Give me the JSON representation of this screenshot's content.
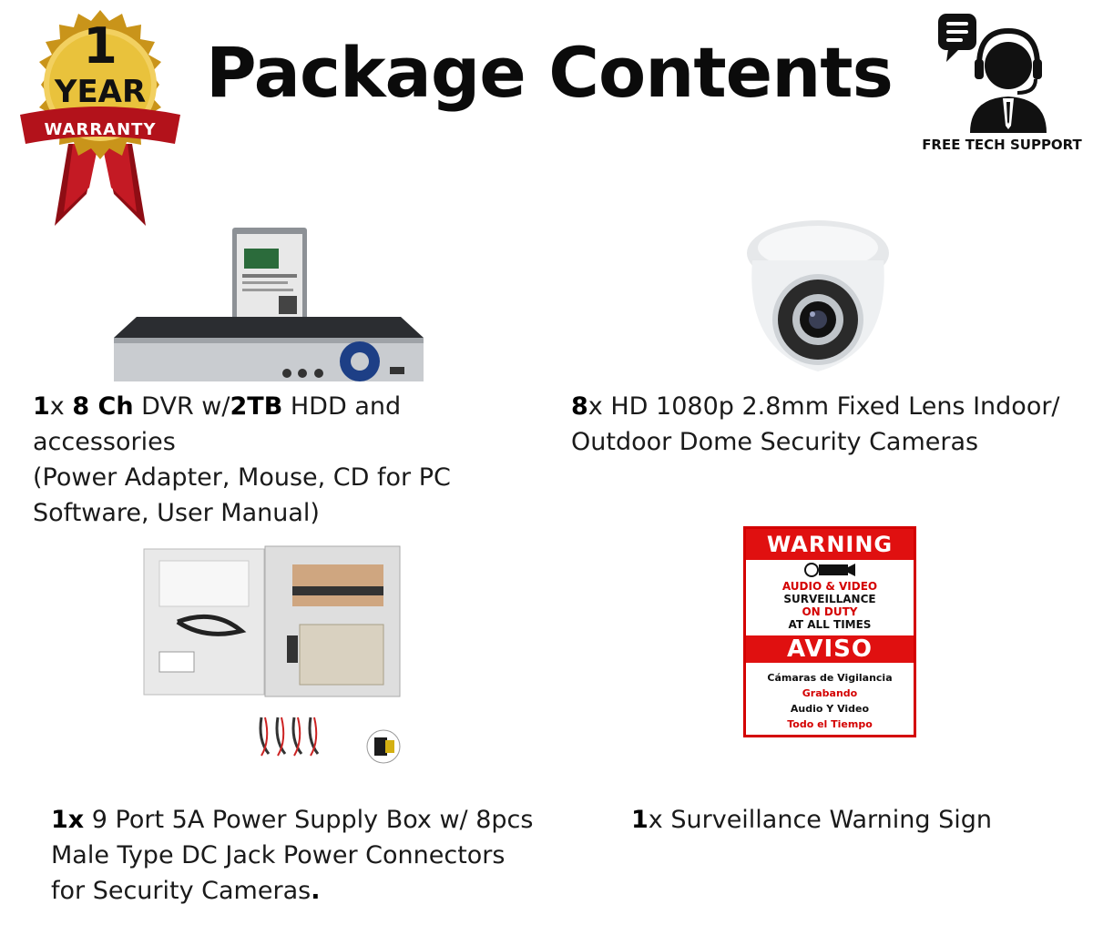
{
  "header": {
    "title": "Package Contents",
    "warranty": {
      "number": "1",
      "unit": "YEAR",
      "ribbon": "WARRANTY"
    },
    "support_label": "FREE TECH SUPPORT"
  },
  "items": [
    {
      "qty": "1",
      "qty_suffix": "x ",
      "bold1": "8 Ch",
      "text1": " DVR w/",
      "bold2": "2TB",
      "text2": " HDD and accessories",
      "line2": "(Power Adapter, Mouse, CD for PC",
      "line3": "Software, User Manual)"
    },
    {
      "qty": "8",
      "qty_suffix": "x HD 1080p 2.8mm Fixed Lens Indoor/",
      "line2": "Outdoor Dome Security Cameras"
    },
    {
      "qty": "1x",
      "text1": " 9 Port 5A Power Supply Box w/ 8pcs",
      "line2": "Male Type DC Jack Power Connectors",
      "line3": "for Security Cameras",
      "end": "."
    },
    {
      "qty": "1",
      "text1": "x Surveillance Warning Sign"
    }
  ],
  "sign": {
    "warning": "WARNING",
    "l1": "AUDIO & VIDEO",
    "l2": "SURVEILLANCE",
    "l3": "ON DUTY",
    "l4": "AT ALL TIMES",
    "aviso": "AVISO",
    "l5": "Cámaras de Vigilancia",
    "l6": "Grabando",
    "l7": "Audio Y Video",
    "l8": "Todo el Tiempo"
  },
  "colors": {
    "gold": "#d4a017",
    "ribbon": "#b3121b",
    "sign_red": "#e01010"
  }
}
